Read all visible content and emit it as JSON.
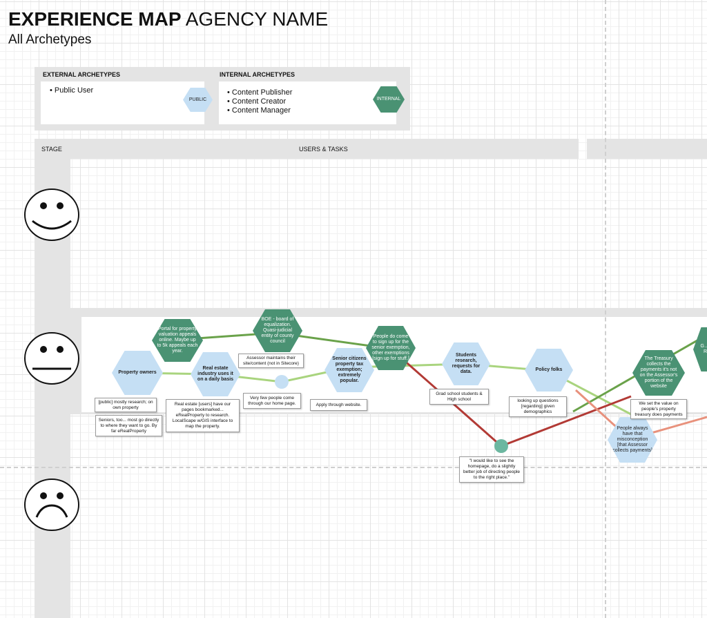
{
  "header": {
    "title_bold": "EXPERIENCE MAP",
    "title_rest": "AGENCY NAME",
    "subtitle": "All Archetypes"
  },
  "archetypes": {
    "external": {
      "heading": "EXTERNAL ARCHETYPES",
      "items": [
        "Public User"
      ],
      "badge": "PUBLIC"
    },
    "internal": {
      "heading": "INTERNAL ARCHETYPES",
      "items": [
        "Content Publisher",
        "Content Creator",
        "Content Manager"
      ],
      "badge": "INTERNAL"
    }
  },
  "stage_bar": {
    "stage": "STAGE",
    "users_tasks": "USERS & TASKS"
  },
  "faces": [
    "happy-face",
    "neutral-face",
    "sad-face"
  ],
  "colors": {
    "green": "#4a9273",
    "blue": "#c5dff4",
    "line_green_dark": "#6aa24a",
    "line_green_light": "#a9d47e",
    "line_red": "#b23a35",
    "line_salmon": "#e8917c"
  },
  "hexagons": [
    {
      "id": "portal",
      "color": "green",
      "text": "Portal for property valuation appeals online. Maybe up to 5k appeals each year."
    },
    {
      "id": "boe",
      "color": "green",
      "text": "BOE - board of equalization. Quasi-judicial entity of county council"
    },
    {
      "id": "seniors-signup",
      "color": "green",
      "text": "People do come to sign up for the senior exemption, other exemptions [sign up for stuff.]"
    },
    {
      "id": "treasury",
      "color": "green",
      "text": "The Treasury collects the payments it's not on the Assessor's portion of the website"
    },
    {
      "id": "edge",
      "color": "green",
      "text": "G… v… Re…"
    },
    {
      "id": "property-owners",
      "color": "blue",
      "text": "Property owners"
    },
    {
      "id": "real-estate",
      "color": "blue",
      "text": "Real estate industry uses it on a daily basis"
    },
    {
      "id": "senior-citizens",
      "color": "blue",
      "text": "Senior citizens property tax exemption; extremely popular."
    },
    {
      "id": "students",
      "color": "blue",
      "text": "Students research, requests for data."
    },
    {
      "id": "policy",
      "color": "blue",
      "text": "Policy folks"
    },
    {
      "id": "misconception",
      "color": "blue",
      "text": "People always have that misconception [that Assessor collects payments]"
    }
  ],
  "notes": [
    {
      "id": "assessor",
      "text": "Assessor maintains their site/content (not in Sitecore)"
    },
    {
      "id": "public-research",
      "text": "[public] mostly research; on own property"
    },
    {
      "id": "seniors-too",
      "text": "Seniors, too... most go directly to where they want to go. By far eRealProperty"
    },
    {
      "id": "real-estate-users",
      "text": "Real estate [users] have our pages bookmarked... eRealProperty to research. LocalScape w/GIS interface to map the property."
    },
    {
      "id": "few-people",
      "text": "Very few people come through our home page."
    },
    {
      "id": "apply",
      "text": "Apply through website."
    },
    {
      "id": "grad-school",
      "text": "Grad school students & High school"
    },
    {
      "id": "questions",
      "text": "looking up questions [regarding] given demographics"
    },
    {
      "id": "homepage-quote",
      "text": "\"I would like to see the homepage, do a slightly better job of directing people to the right place.\""
    },
    {
      "id": "set-value",
      "text": "We set the value on people's property treasury does payments"
    }
  ]
}
